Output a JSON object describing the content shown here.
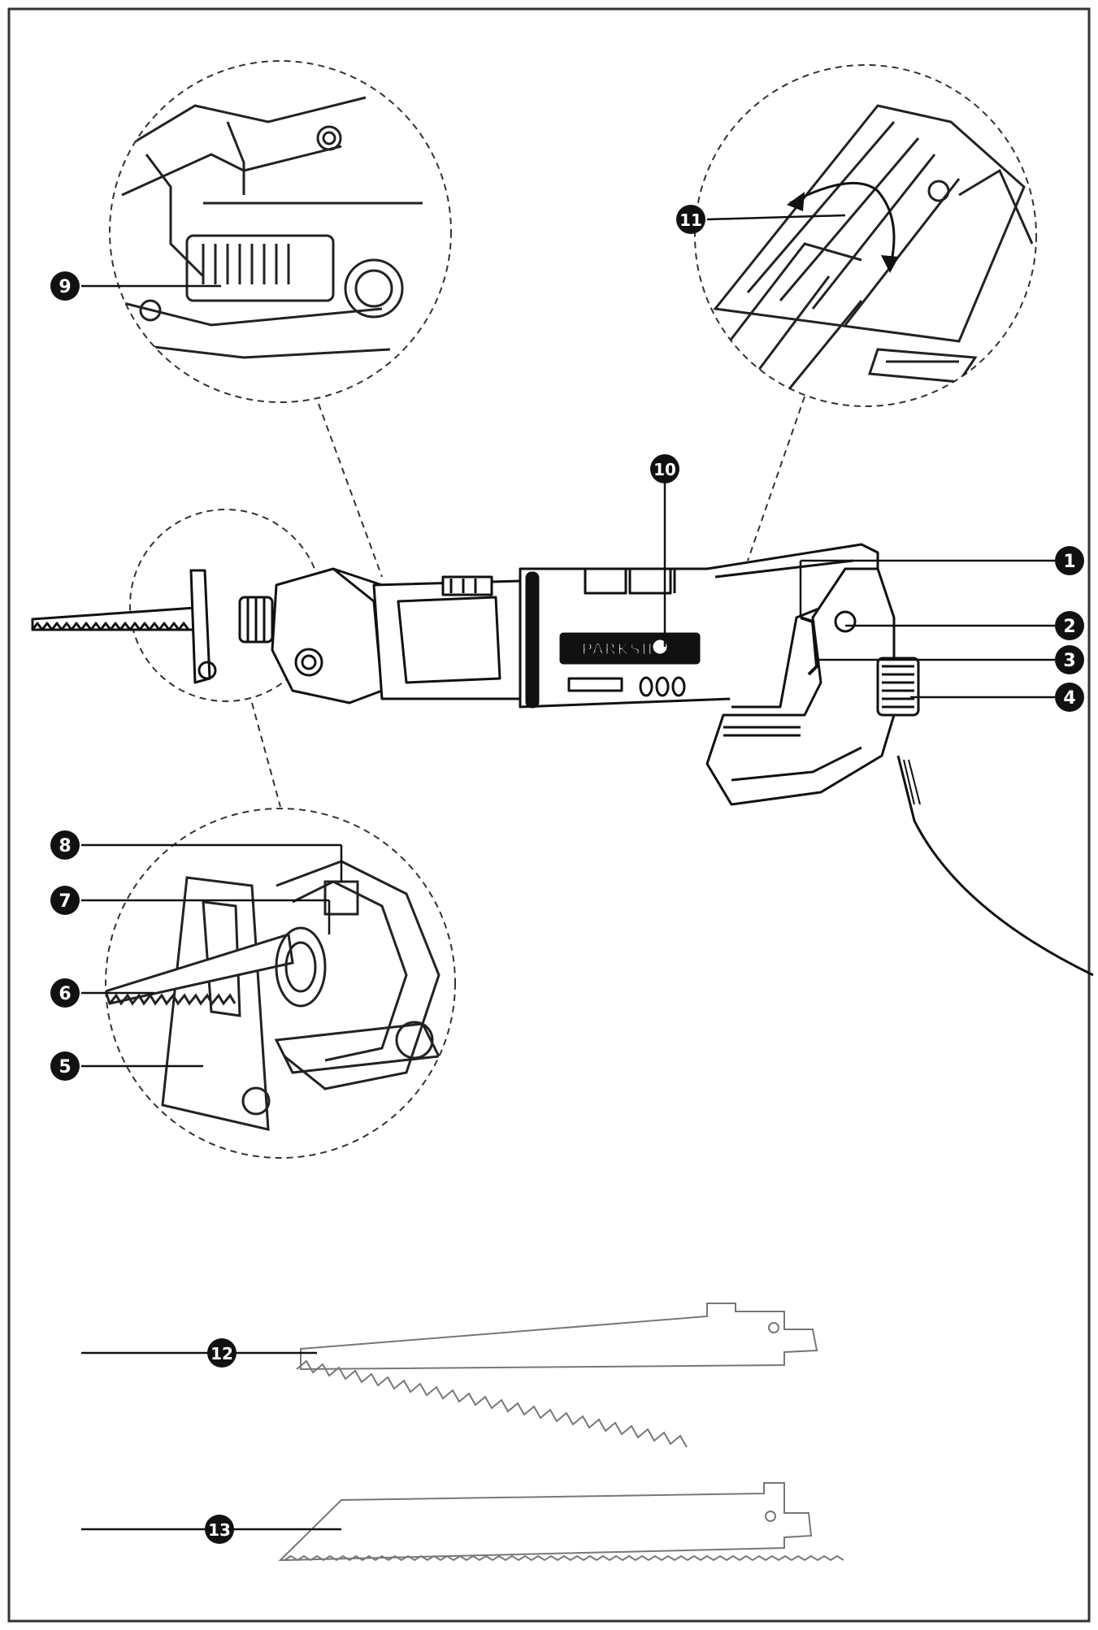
{
  "brand": {
    "name": "PARKSIDE"
  },
  "colors": {
    "ink": "#111111",
    "paper": "#ffffff",
    "line": "#222222",
    "gray": "#8a8a8a"
  },
  "callouts": {
    "c1": "1",
    "c2": "2",
    "c3": "3",
    "c4": "4",
    "c5": "5",
    "c6": "6",
    "c7": "7",
    "c8": "8",
    "c9": "9",
    "c10": "10",
    "c11": "11",
    "c12": "12",
    "c13": "13"
  }
}
